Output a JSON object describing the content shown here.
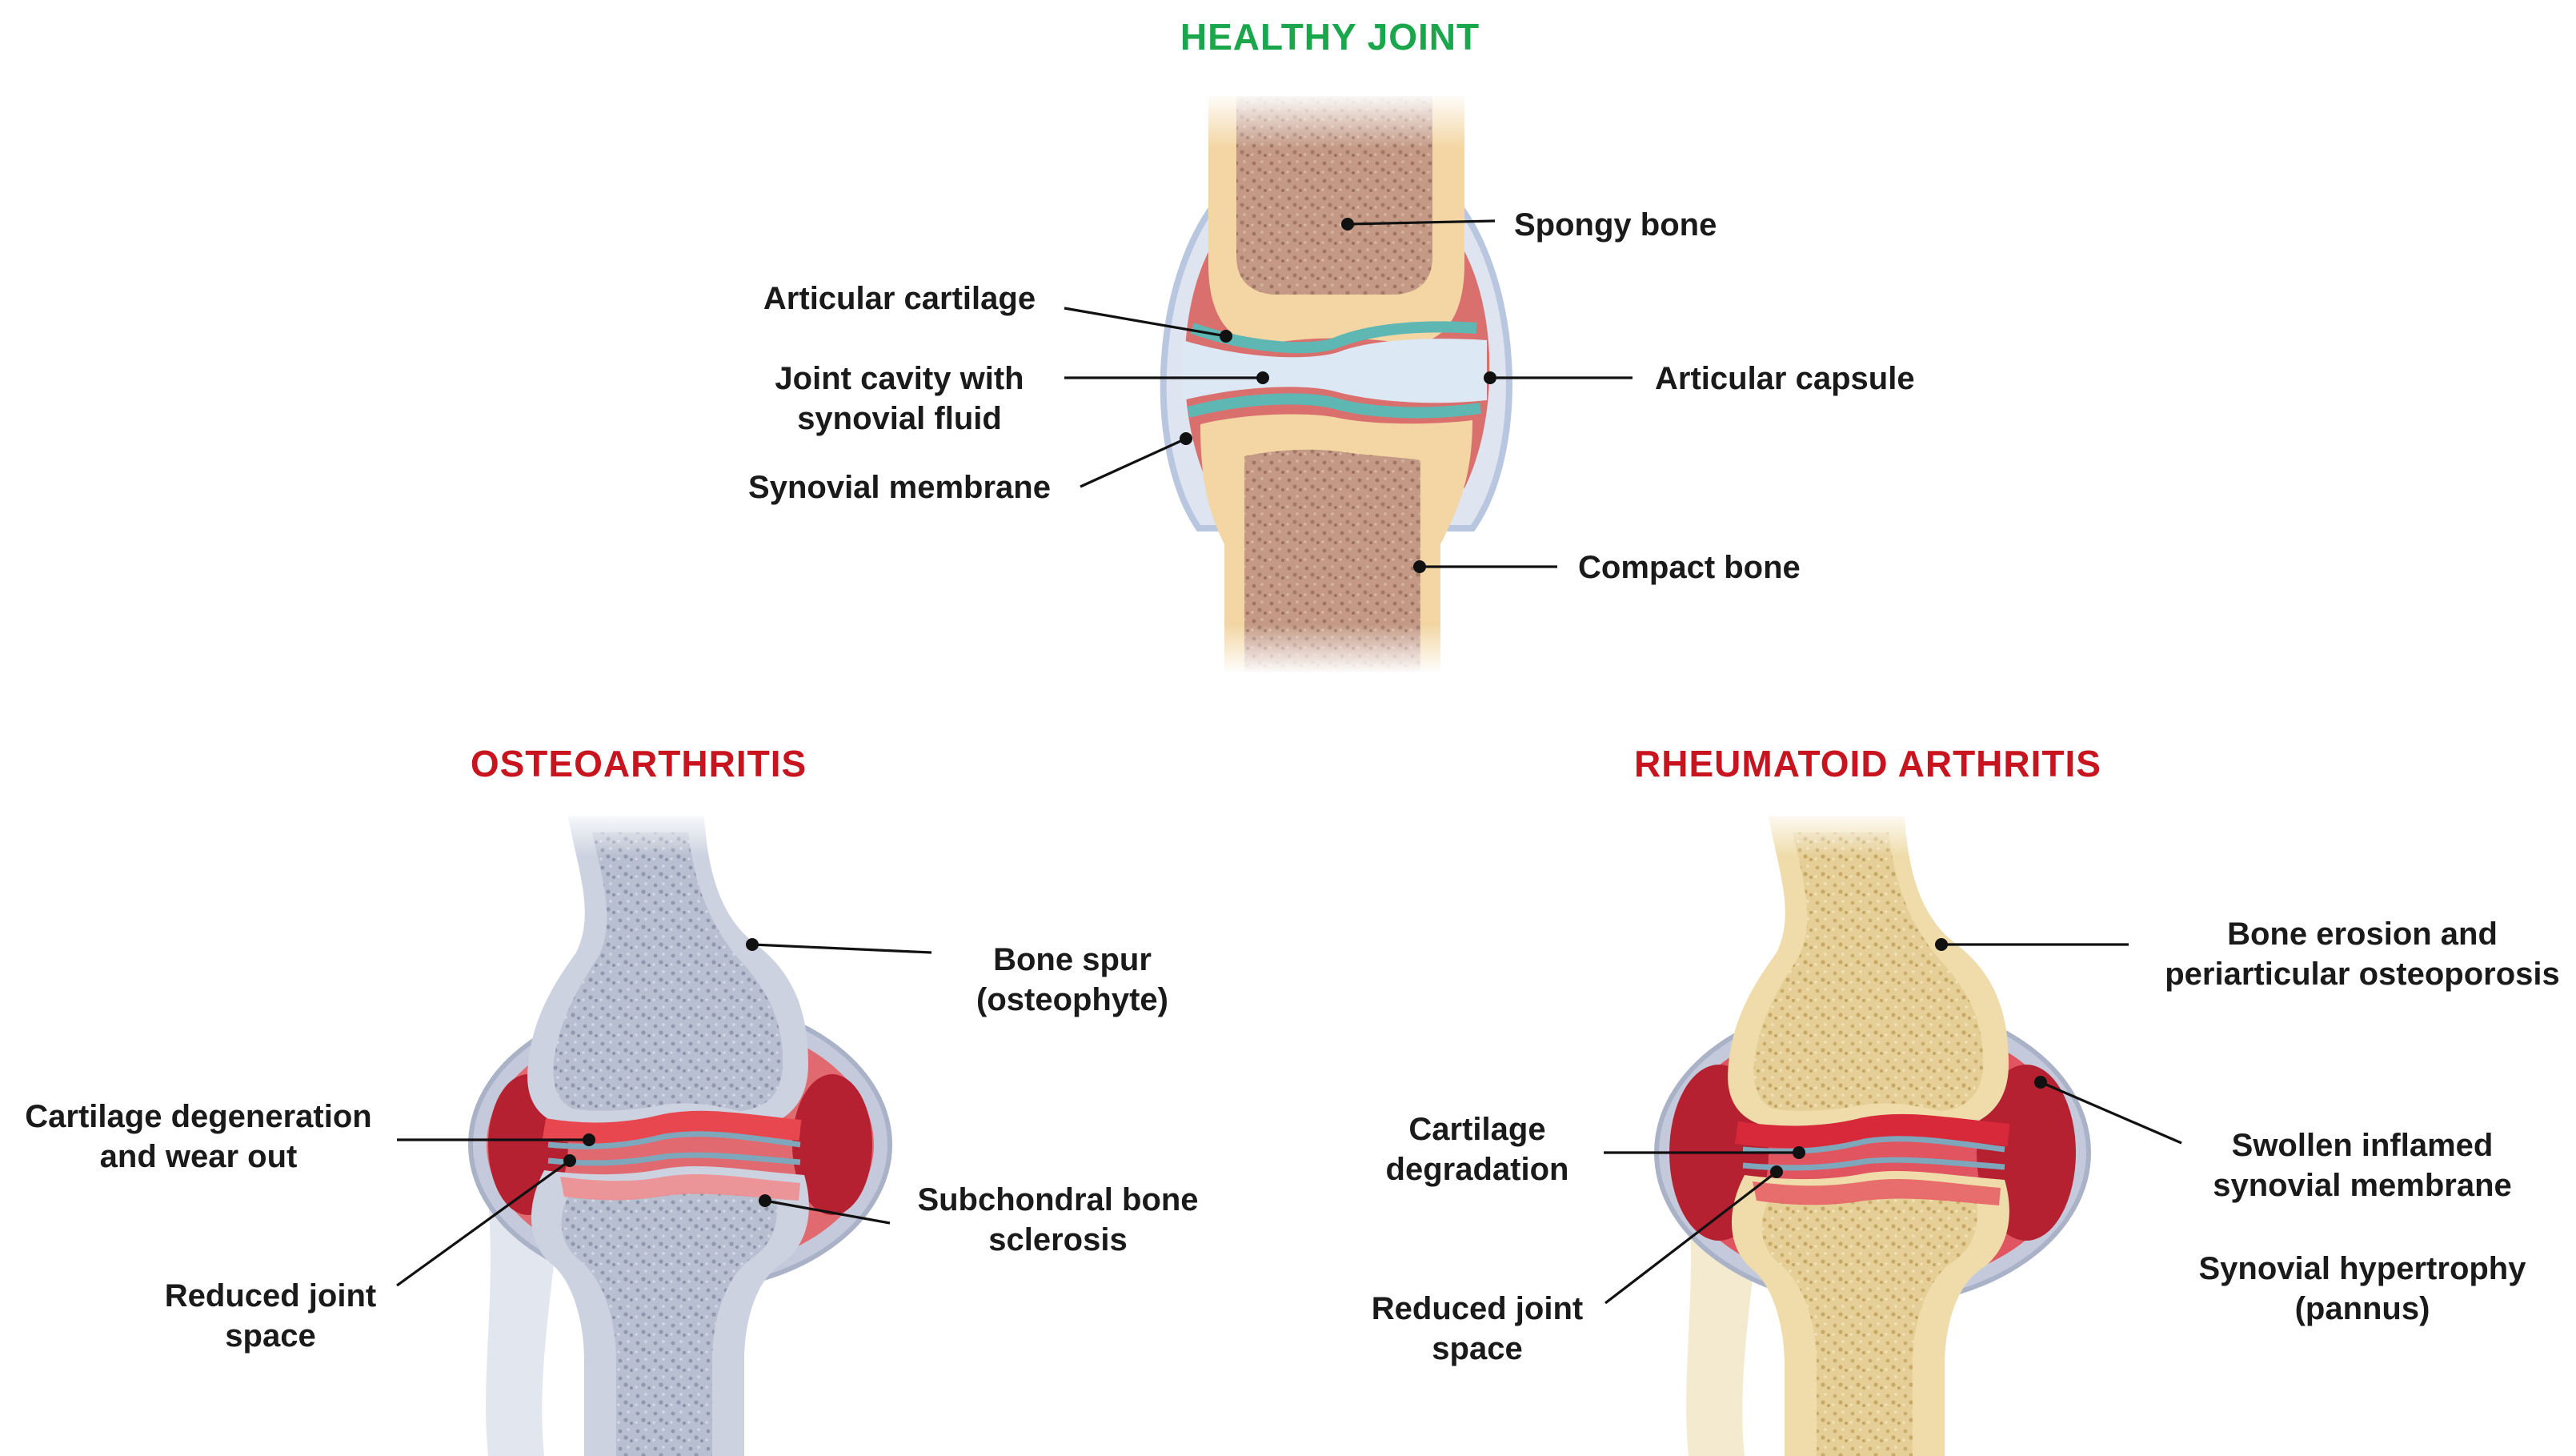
{
  "colors": {
    "healthy_title": "#1aa64a",
    "disease_title": "#c8141e",
    "label_text": "#1a1a1a",
    "compact_bone": "#f3d6a4",
    "spongy_bone": "#c49a86",
    "cartilage": "#5fb7b4",
    "synovial_fluid": "#dce8f4",
    "synovial_membrane": "#d9706e",
    "capsule": "#b9c6e0",
    "oa_bone": "#ccd2e0",
    "ra_bone": "#efdcaa",
    "inflamed_tissue": "#b52130"
  },
  "healthy": {
    "title": "HEALTHY JOINT",
    "labels": {
      "spongy_bone": "Spongy bone",
      "articular_cartilage": "Articular cartilage",
      "joint_cavity_1": "Joint cavity with",
      "joint_cavity_2": "synovial fluid",
      "synovial_membrane": "Synovial membrane",
      "articular_capsule": "Articular capsule",
      "compact_bone": "Compact bone"
    }
  },
  "osteoarthritis": {
    "title": "OSTEOARTHRITIS",
    "labels": {
      "bone_spur_1": "Bone spur",
      "bone_spur_2": "(osteophyte)",
      "cartilage_1": "Cartilage degeneration",
      "cartilage_2": "and wear out",
      "subchondral_1": "Subchondral bone",
      "subchondral_2": "sclerosis",
      "reduced_1": "Reduced joint",
      "reduced_2": "space"
    }
  },
  "rheumatoid": {
    "title": "RHEUMATOID ARTHRITIS",
    "labels": {
      "erosion_1": "Bone erosion and",
      "erosion_2": "periarticular osteoporosis",
      "cartilage_1": "Cartilage",
      "cartilage_2": "degradation",
      "swollen_1": "Swollen inflamed",
      "swollen_2": "synovial membrane",
      "reduced_1": "Reduced joint",
      "reduced_2": "space",
      "hypertrophy_1": "Synovial hypertrophy",
      "hypertrophy_2": "(pannus)"
    }
  }
}
